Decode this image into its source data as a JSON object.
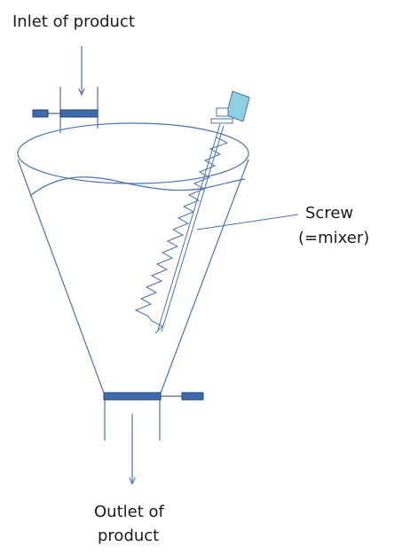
{
  "labels": {
    "inlet": "Inlet of product",
    "screw_line1": "Screw",
    "screw_line2": "(=mixer)",
    "outlet_line1": "Outlet of",
    "outlet_line2": "product"
  },
  "colors": {
    "outline": "#4a72b0",
    "valve_fill": "#3d6bab",
    "valve_stroke": "#1f3f6e",
    "motor_fill": "#8fd0e0",
    "text": "#1a1a1a"
  }
}
